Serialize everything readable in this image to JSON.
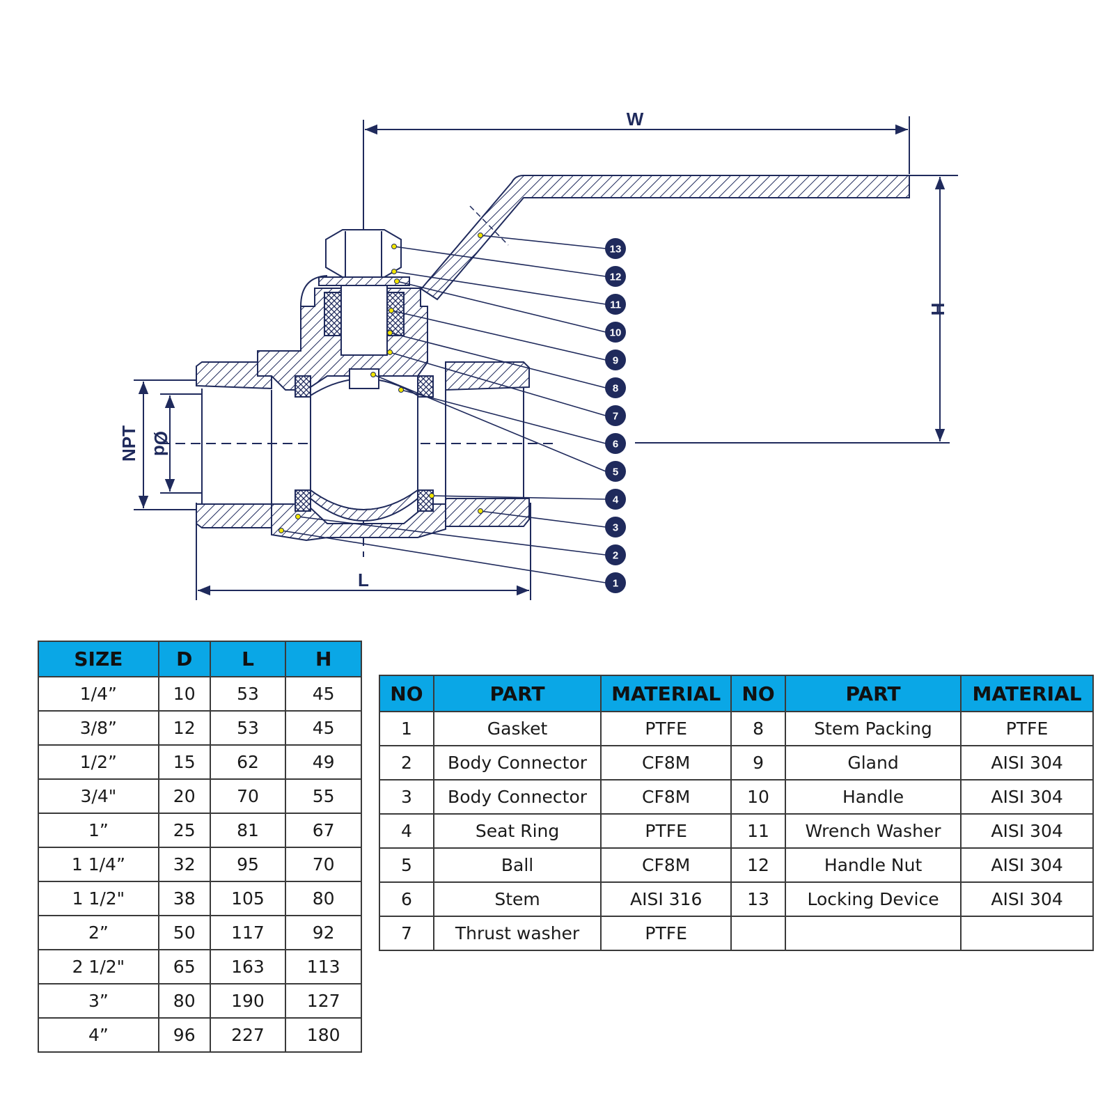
{
  "drawing": {
    "dimensions": {
      "width": "W",
      "height": "H",
      "length": "L",
      "thread": "NPT",
      "diameter": "Ød"
    },
    "callouts": [
      "13",
      "12",
      "11",
      "10",
      "9",
      "8",
      "7",
      "6",
      "5",
      "4",
      "3",
      "2",
      "1"
    ]
  },
  "size_table": {
    "headers": [
      "SIZE",
      "D",
      "L",
      "H"
    ],
    "rows": [
      [
        "1/4”",
        "10",
        "53",
        "45"
      ],
      [
        "3/8”",
        "12",
        "53",
        "45"
      ],
      [
        "1/2”",
        "15",
        "62",
        "49"
      ],
      [
        "3/4\"",
        "20",
        "70",
        "55"
      ],
      [
        "1”",
        "25",
        "81",
        "67"
      ],
      [
        "1 1/4”",
        "32",
        "95",
        "70"
      ],
      [
        "1 1/2\"",
        "38",
        "105",
        "80"
      ],
      [
        "2”",
        "50",
        "117",
        "92"
      ],
      [
        "2 1/2\"",
        "65",
        "163",
        "113"
      ],
      [
        "3”",
        "80",
        "190",
        "127"
      ],
      [
        "4”",
        "96",
        "227",
        "180"
      ]
    ]
  },
  "parts_table": {
    "headers": [
      "NO",
      "PART",
      "MATERIAL",
      "NO",
      "PART",
      "MATERIAL"
    ],
    "rows": [
      [
        "1",
        "Gasket",
        "PTFE",
        "8",
        "Stem Packing",
        "PTFE"
      ],
      [
        "2",
        "Body Connector",
        "CF8M",
        "9",
        "Gland",
        "AISI 304"
      ],
      [
        "3",
        "Body Connector",
        "CF8M",
        "10",
        "Handle",
        "AISI 304"
      ],
      [
        "4",
        "Seat Ring",
        "PTFE",
        "11",
        "Wrench Washer",
        "AISI 304"
      ],
      [
        "5",
        "Ball",
        "CF8M",
        "12",
        "Handle Nut",
        "AISI 304"
      ],
      [
        "6",
        "Stem",
        "AISI 316",
        "13",
        "Locking Device",
        "AISI 304"
      ],
      [
        "7",
        "Thrust washer",
        "PTFE",
        "",
        "",
        ""
      ]
    ]
  },
  "colors": {
    "line": "#1f2a5c",
    "header": "#0aa7e6",
    "callout": "#1f2a5c",
    "leader_dot": "#f2e600"
  }
}
